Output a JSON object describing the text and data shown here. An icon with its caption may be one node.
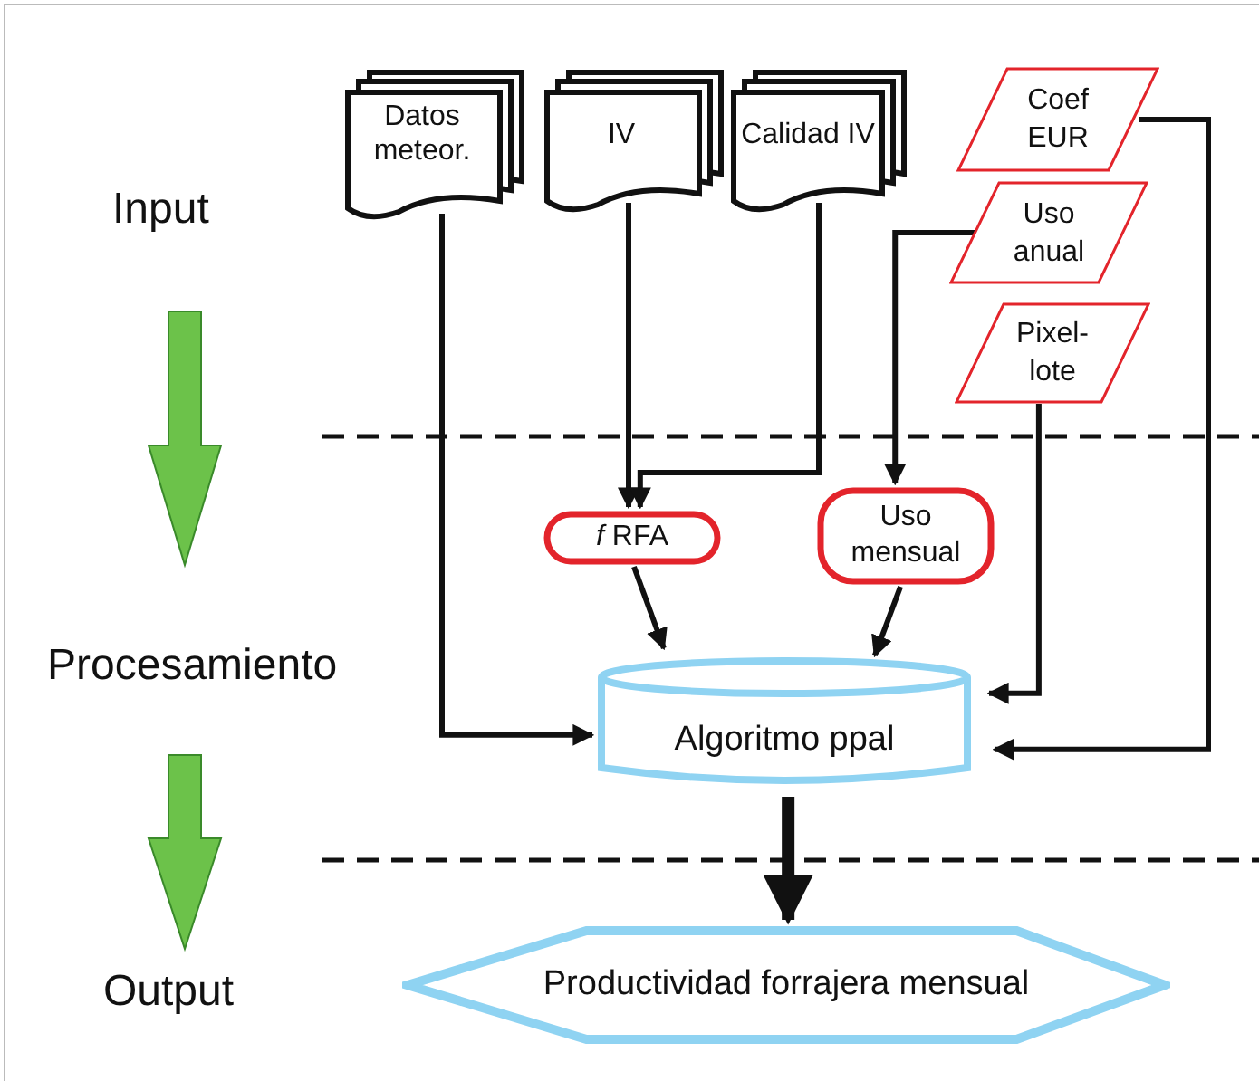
{
  "diagram": {
    "nodes": [
      {
        "text": [
          "Datos meteor."
        ]
      },
      {
        "text": [
          "IV"
        ]
      },
      {
        "text": [
          "Calidad IV"
        ]
      },
      {
        "text": [
          "Coef EUR"
        ]
      },
      {
        "text": [
          "Uso anual"
        ]
      },
      {
        "text": [
          "Pixel-lote"
        ]
      },
      {
        "text": [
          "*f* RFA"
        ]
      },
      {
        "text": [
          "Uso mensual"
        ]
      },
      {
        "text": [
          "Algoritmo ppal"
        ]
      },
      {
        "text": [
          "Productividad forrajera mensual"
        ]
      }
    ],
    "edges": [
      {
        "from": 0,
        "to": 8,
        "arrow": "to"
      },
      {
        "from": 1,
        "to": 6,
        "arrow": "to"
      },
      {
        "from": 2,
        "to": 6,
        "arrow": "to"
      },
      {
        "from": 4,
        "to": 7,
        "arrow": "to"
      },
      {
        "from": 6,
        "to": 8,
        "arrow": "to"
      },
      {
        "from": 7,
        "to": 8,
        "arrow": "to"
      },
      {
        "from": 5,
        "to": 8,
        "arrow": "to"
      },
      {
        "from": 3,
        "to": 8,
        "arrow": "to"
      },
      {
        "from": 8,
        "to": 9,
        "arrow": "to",
        "style": "thick"
      }
    ],
    "labels": [
      "Input",
      "Procesamiento",
      "Output"
    ]
  }
}
